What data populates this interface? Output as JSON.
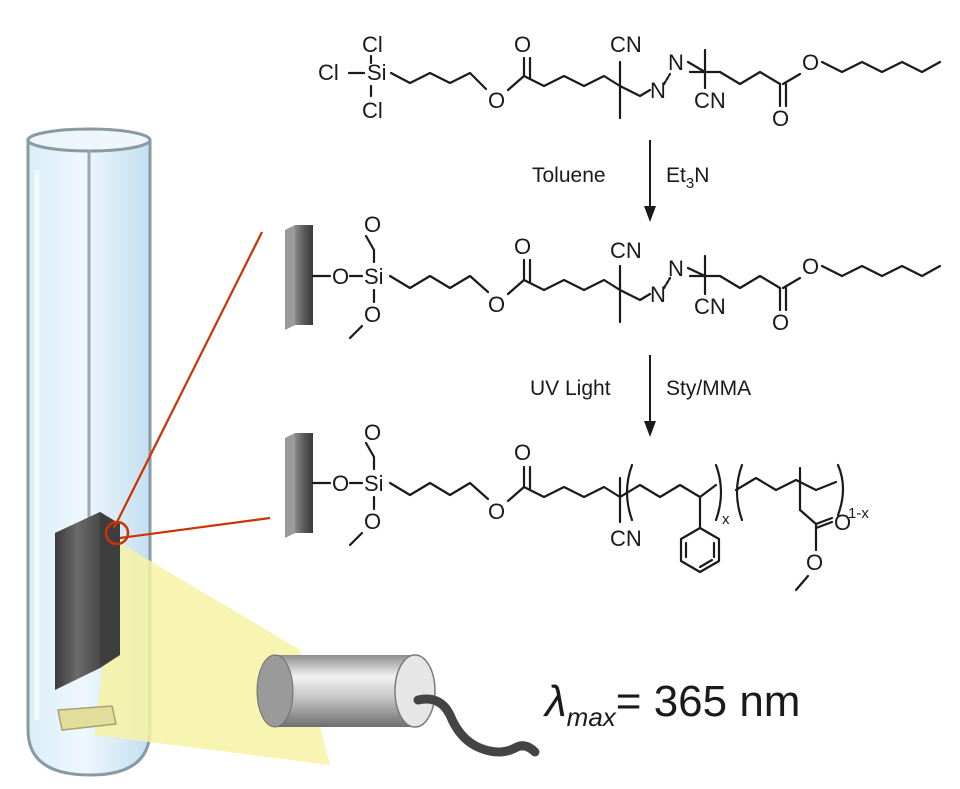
{
  "structure_1": {
    "si_chlorides": [
      "Cl",
      "Cl",
      "Cl"
    ],
    "silicon": "Si",
    "carbonyl_oxygens": [
      "O",
      "O"
    ],
    "ester_oxygens": [
      "O",
      "O"
    ],
    "nitrile_top": "CN",
    "nitrile_bottom": "CN",
    "azo_nitrogens": [
      "N",
      "N"
    ]
  },
  "step_1": {
    "left_condition": "Toluene",
    "right_condition_main": "Et",
    "right_condition_sub": "3",
    "right_condition_end": "N"
  },
  "structure_2": {
    "surface_oxygen": "O",
    "silicon": "Si",
    "siloxane_oxygens": [
      "O",
      "O"
    ],
    "carbonyl_oxygens": [
      "O",
      "O"
    ],
    "ester_oxygens": [
      "O",
      "O"
    ],
    "nitrile_top": "CN",
    "nitrile_bottom": "CN",
    "azo_nitrogens": [
      "N",
      "N"
    ]
  },
  "step_2": {
    "left_condition": "UV Light",
    "right_condition": "Sty/MMA"
  },
  "structure_3": {
    "surface_oxygen": "O",
    "silicon": "Si",
    "siloxane_oxygens": [
      "O",
      "O"
    ],
    "carbonyl_oxygen": "O",
    "ester_oxygen": "O",
    "nitrile": "CN",
    "subscript_x": "x",
    "subscript_1_minus_x": "1-x",
    "mma_carbonyl_oxygen": "O",
    "mma_ester_oxygen": "O"
  },
  "wavelength": {
    "symbol": "λ",
    "subscript": "max",
    "value": "= 365 nm"
  },
  "colors": {
    "tube_liquid": "#cfe6f5",
    "tube_outline": "#8a9aa3",
    "light_cone": "#f7f2a3",
    "zoom_lines": "#cc3300",
    "substrate": "#555555",
    "lamp_metal": "#b8b8b8"
  }
}
